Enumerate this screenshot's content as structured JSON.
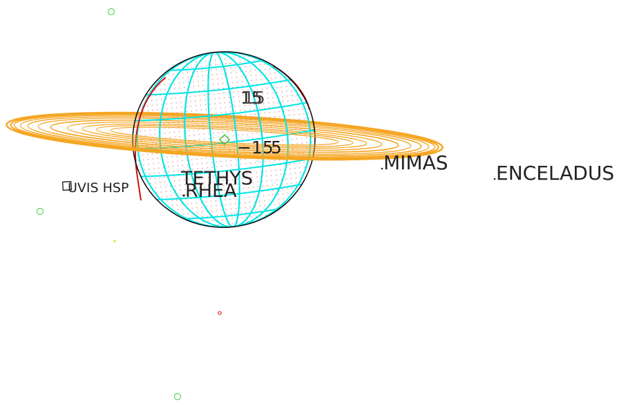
{
  "labels": {
    "mimas": "MIMAS",
    "enceladus": "ENCELADUS",
    "tethys": "TETHYS",
    "rhea": "RHEA",
    "instrument": "UVIS HSP",
    "lat_north": "15",
    "lat_south": "−15",
    "lat_south_overlap": "5"
  },
  "colors": {
    "background": "#ffffff",
    "rings": "#f5a623",
    "grid": "#00e5e5",
    "limb": "#000000",
    "terminator": "#d01010",
    "dots": "#e08888",
    "moon_green": "#5cd65c",
    "moon_red": "#e03030",
    "moon_yellow": "#e8e020",
    "boresight": "#3cc83c"
  },
  "icons": {
    "instrument_fov": "square-fov-icon",
    "boresight": "diamond-boresight-icon"
  }
}
